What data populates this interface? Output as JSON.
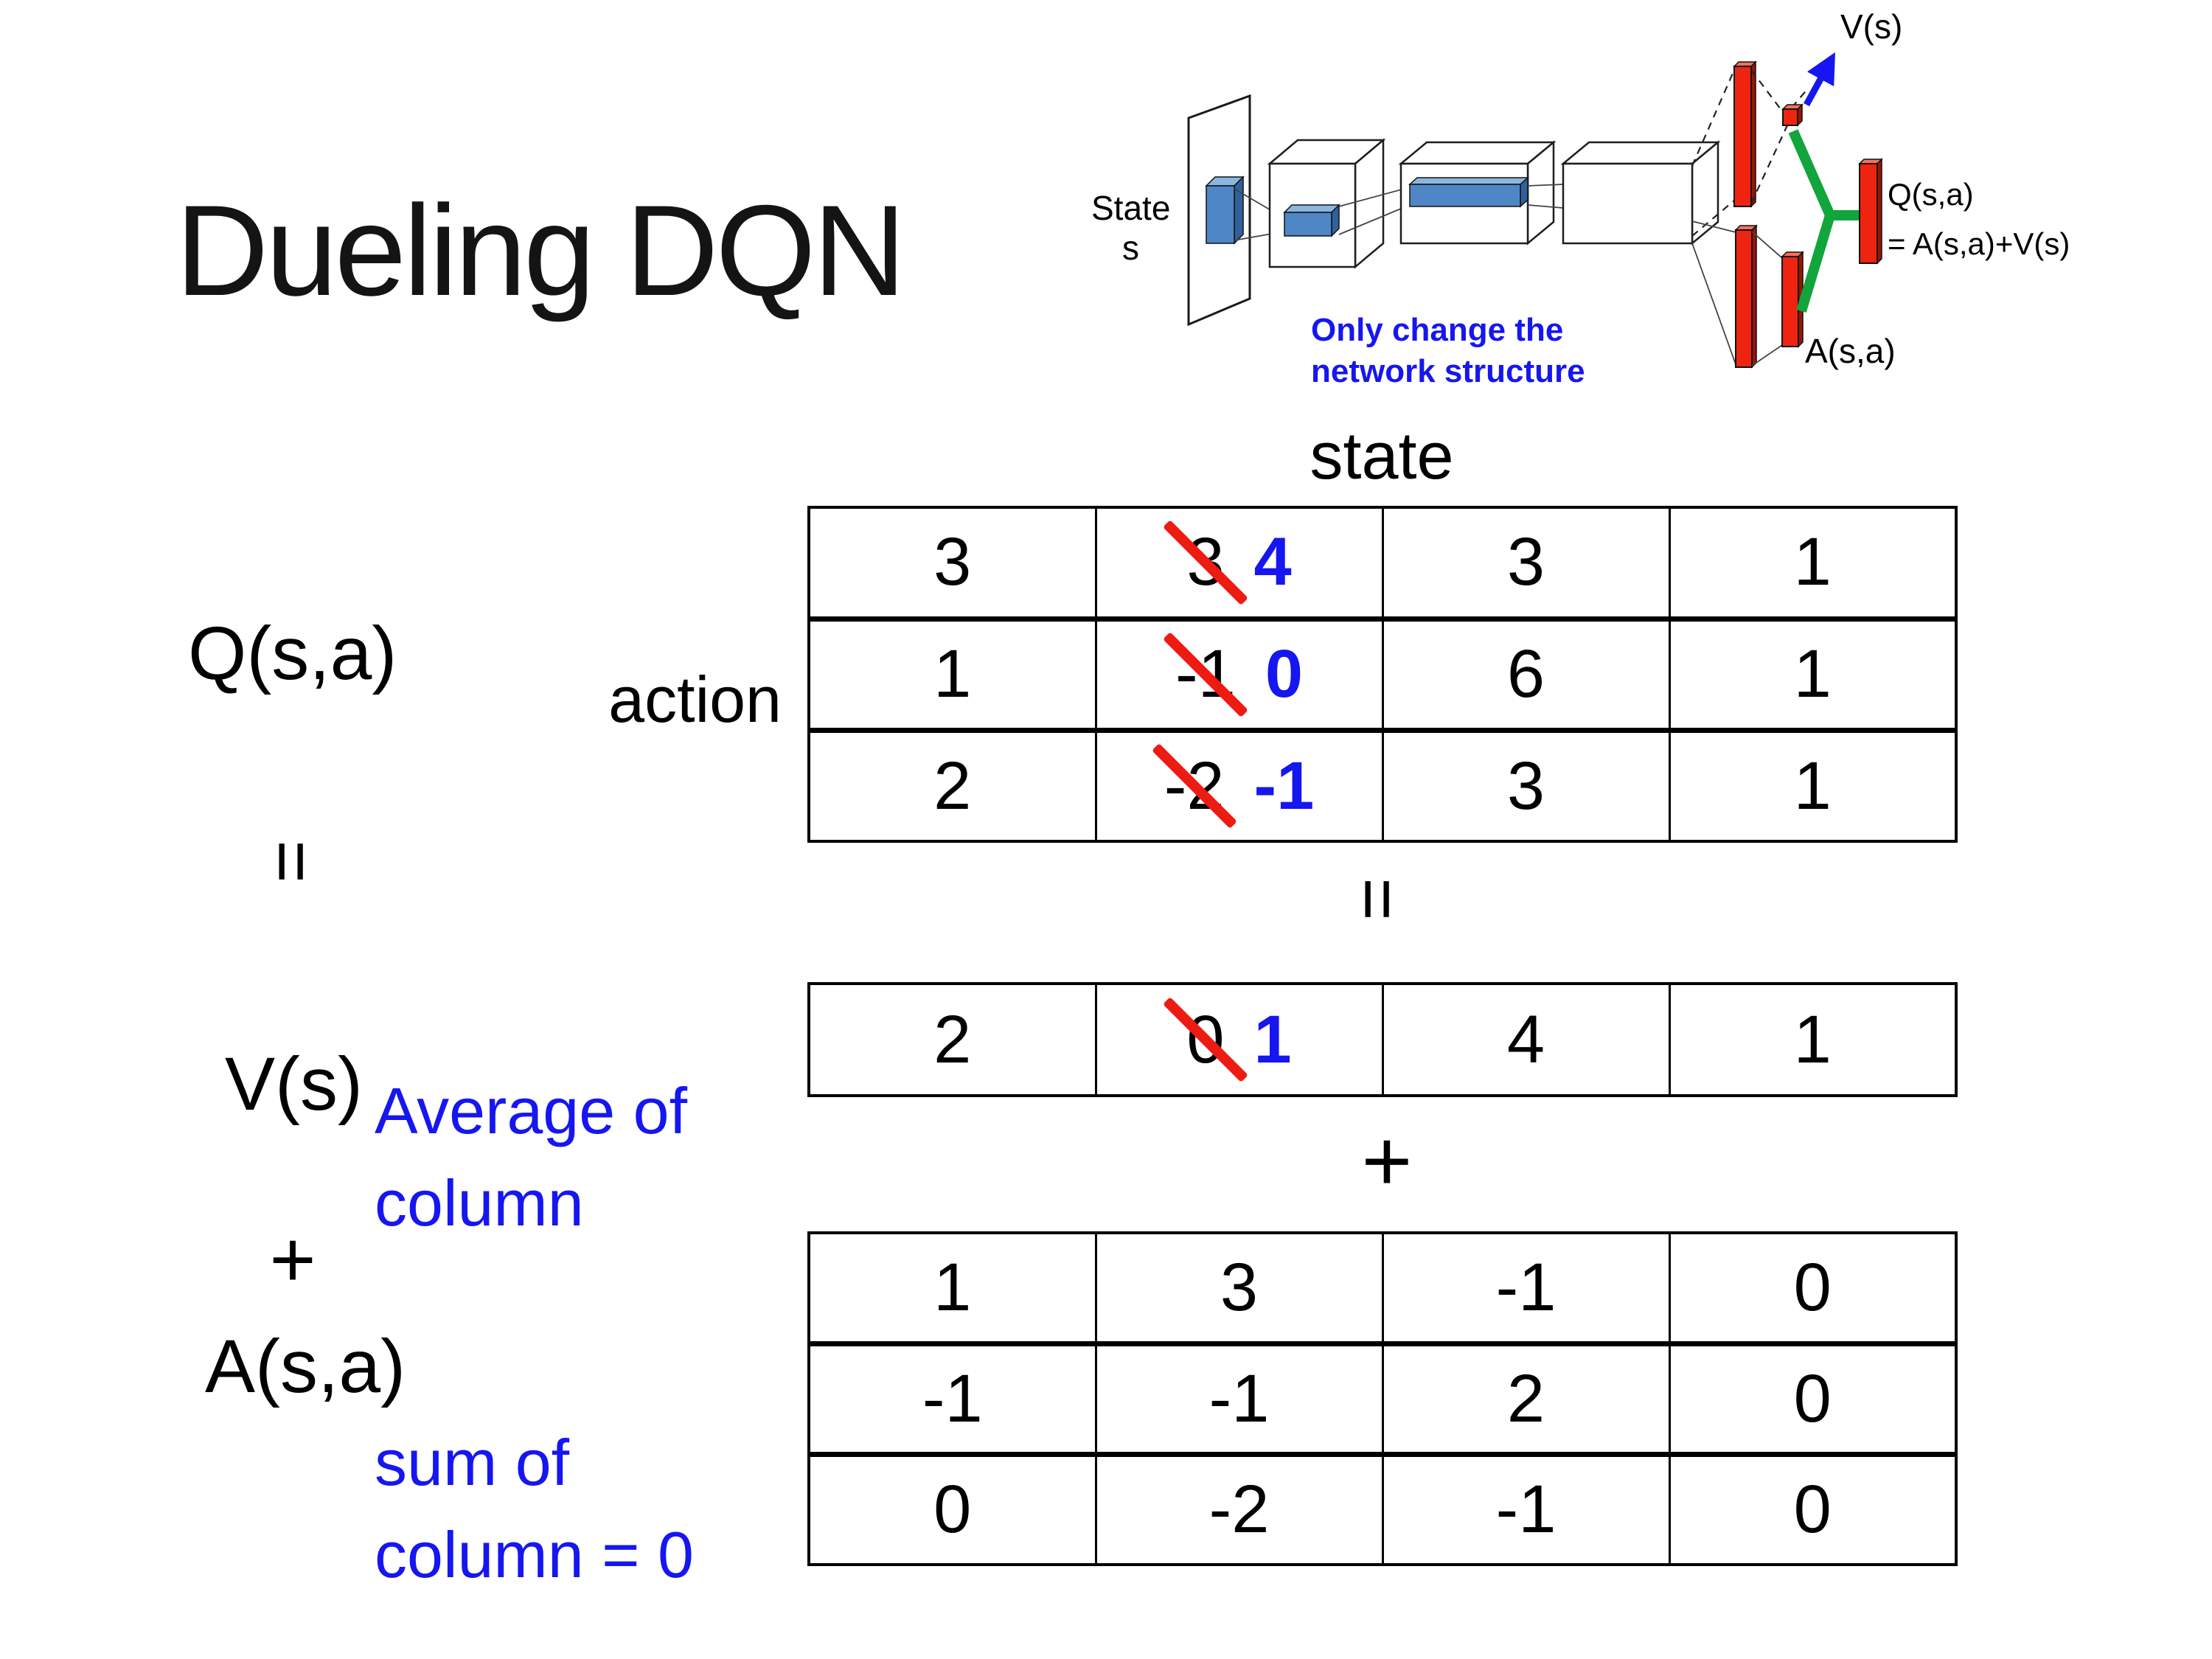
{
  "title": "Dueling DQN",
  "colors": {
    "accent_blue": "#1616f0",
    "slash_red": "#ee1b12",
    "bar_red": "#ee2411",
    "green": "#12a53b",
    "feature_blue": "#4f86c6"
  },
  "diagram": {
    "state_label_line1": "State",
    "state_label_line2": "s",
    "note_line1": "Only change the",
    "note_line2": "network structure",
    "v_label": "V(s)",
    "q_label_line1": "Q(s,a)",
    "q_label_line2": "= A(s,a)+V(s)",
    "a_label": "A(s,a)"
  },
  "equation": {
    "q_term": "Q(s,a)",
    "equals": "=",
    "v_term": "V(s)",
    "plus": "+",
    "a_term": "A(s,a)",
    "middle_equals": "=",
    "middle_plus": "+",
    "v_note_line1": "Average of",
    "v_note_line2": "column",
    "a_note_line1": "sum of",
    "a_note_line2": "column = 0"
  },
  "q_table": {
    "top_label": "state",
    "left_label": "action",
    "rows": [
      [
        "3",
        {
          "old": "3",
          "new": "4"
        },
        "3",
        "1"
      ],
      [
        "1",
        {
          "old": "-1",
          "new": "0"
        },
        "6",
        "1"
      ],
      [
        "2",
        {
          "old": "-2",
          "new": "-1"
        },
        "3",
        "1"
      ]
    ]
  },
  "v_table": {
    "rows": [
      [
        "2",
        {
          "old": "0",
          "new": "1"
        },
        "4",
        "1"
      ]
    ]
  },
  "a_table": {
    "rows": [
      [
        "1",
        "3",
        "-1",
        "0"
      ],
      [
        "-1",
        "-1",
        "2",
        "0"
      ],
      [
        "0",
        "-2",
        "-1",
        "0"
      ]
    ]
  }
}
